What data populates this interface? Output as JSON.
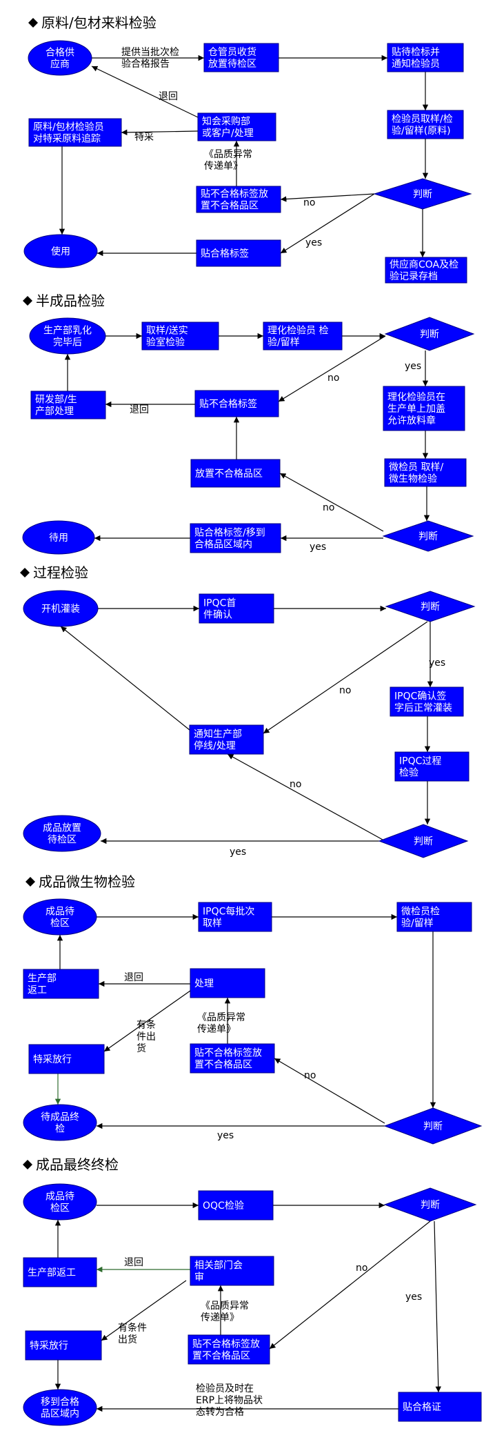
{
  "colors": {
    "shape": "#0000ff",
    "arrow": "#000000",
    "arrow_alt": "#2e6b2e",
    "heading_marker": "#000000"
  },
  "sections": [
    {
      "title": "原料/包材来料检验"
    },
    {
      "title": "半成品检验"
    },
    {
      "title": "过程检验"
    },
    {
      "title": "成品微生物检验"
    },
    {
      "title": "成品最终终检"
    }
  ],
  "s1": {
    "supplier": [
      "合格供",
      "应商"
    ],
    "warehouse": [
      "仓管员收货",
      "放置待检区"
    ],
    "notify": [
      "贴待检标并",
      "通知检验员"
    ],
    "sampling": [
      "检验员取样/检",
      "验/留样(原料)"
    ],
    "purchase": [
      "知会采购部",
      "或客户/处理"
    ],
    "tracking": [
      "原料/包材检验员",
      "对特采原料追踪"
    ],
    "reject_label": [
      "贴不合格标签放",
      "置不合格品区"
    ],
    "pass_label": [
      "贴合格标签"
    ],
    "use": [
      "使用"
    ],
    "judge": "判断",
    "coa": [
      "供应商COA及检",
      "验记录存档"
    ],
    "lbl_report": [
      "提供当批次检",
      "验合格报告"
    ],
    "lbl_return": "退回",
    "lbl_special": "特采",
    "lbl_form": [
      "《品质异常",
      "传递单》"
    ],
    "lbl_no": "no",
    "lbl_yes": "yes"
  },
  "s2": {
    "emulsify": [
      "生产部乳化",
      "完毕后"
    ],
    "sample": [
      "取样/送实",
      "验室检验"
    ],
    "physchem": [
      "理化检验员 检",
      "验/留样"
    ],
    "judge1": "判断",
    "reject_label": [
      "贴不合格标签"
    ],
    "rnd": [
      "研发部/生",
      "产部处理"
    ],
    "stamp": [
      "理化检验员在",
      "生产单上加盖",
      "允许放料章"
    ],
    "reject_area": [
      "放置不合格品区"
    ],
    "micro": [
      "微检员 取样/",
      "微生物检验"
    ],
    "pass_move": [
      "贴合格标签/移到",
      "合格品区域内"
    ],
    "standby": [
      "待用"
    ],
    "judge2": "判断",
    "lbl_return": "退回",
    "lbl_no1": "no",
    "lbl_yes1": "yes",
    "lbl_no2": "no",
    "lbl_yes2": "yes"
  },
  "s3": {
    "start": [
      "开机灌装"
    ],
    "first": [
      "IPQC首",
      "件确认"
    ],
    "judge1": "判断",
    "confirm": [
      "IPQC确认签",
      "字后正常灌装"
    ],
    "stop": [
      "通知生产部",
      "停线/处理"
    ],
    "process": [
      "IPQC过程",
      "检验"
    ],
    "judge2": "判断",
    "finished": [
      "成品放置",
      "待检区"
    ],
    "lbl_yes1": "yes",
    "lbl_no1": "no",
    "lbl_no2": "no",
    "lbl_yes2": "yes"
  },
  "s4": {
    "pending": [
      "成品待",
      "检区"
    ],
    "ipqc": [
      "IPQC每批次",
      "取样"
    ],
    "micro": [
      "微检员检",
      "验/留样"
    ],
    "rework": [
      "生产部",
      "返工"
    ],
    "handle": [
      "处理"
    ],
    "special": [
      "特采放行"
    ],
    "reject_label": [
      "贴不合格标签放",
      "置不合格品区"
    ],
    "final_pending": [
      "待成品终",
      "检"
    ],
    "judge": "判断",
    "lbl_return": "退回",
    "lbl_cond": [
      "有条",
      "件出",
      "货"
    ],
    "lbl_form": [
      "《品质异常",
      "传递单》"
    ],
    "lbl_no": "no",
    "lbl_yes": "yes"
  },
  "s5": {
    "pending": [
      "成品待",
      "检区"
    ],
    "oqc": [
      "OQC检验"
    ],
    "judge": "判断",
    "rework": [
      "生产部返工"
    ],
    "meeting": [
      "相关部门会",
      "审"
    ],
    "special": [
      "特采放行"
    ],
    "reject_label": [
      "贴不合格标签放",
      "置不合格品区"
    ],
    "move": [
      "移到合格",
      "品区域内"
    ],
    "pass": [
      "贴合格证"
    ],
    "lbl_return": "退回",
    "lbl_cond": [
      "有条件",
      "出货"
    ],
    "lbl_form": [
      "《品质异常",
      "传递单》"
    ],
    "lbl_no": "no",
    "lbl_yes": "yes",
    "lbl_erp": [
      "检验员及时在",
      "ERP上将物品状",
      "态转为合格"
    ]
  }
}
